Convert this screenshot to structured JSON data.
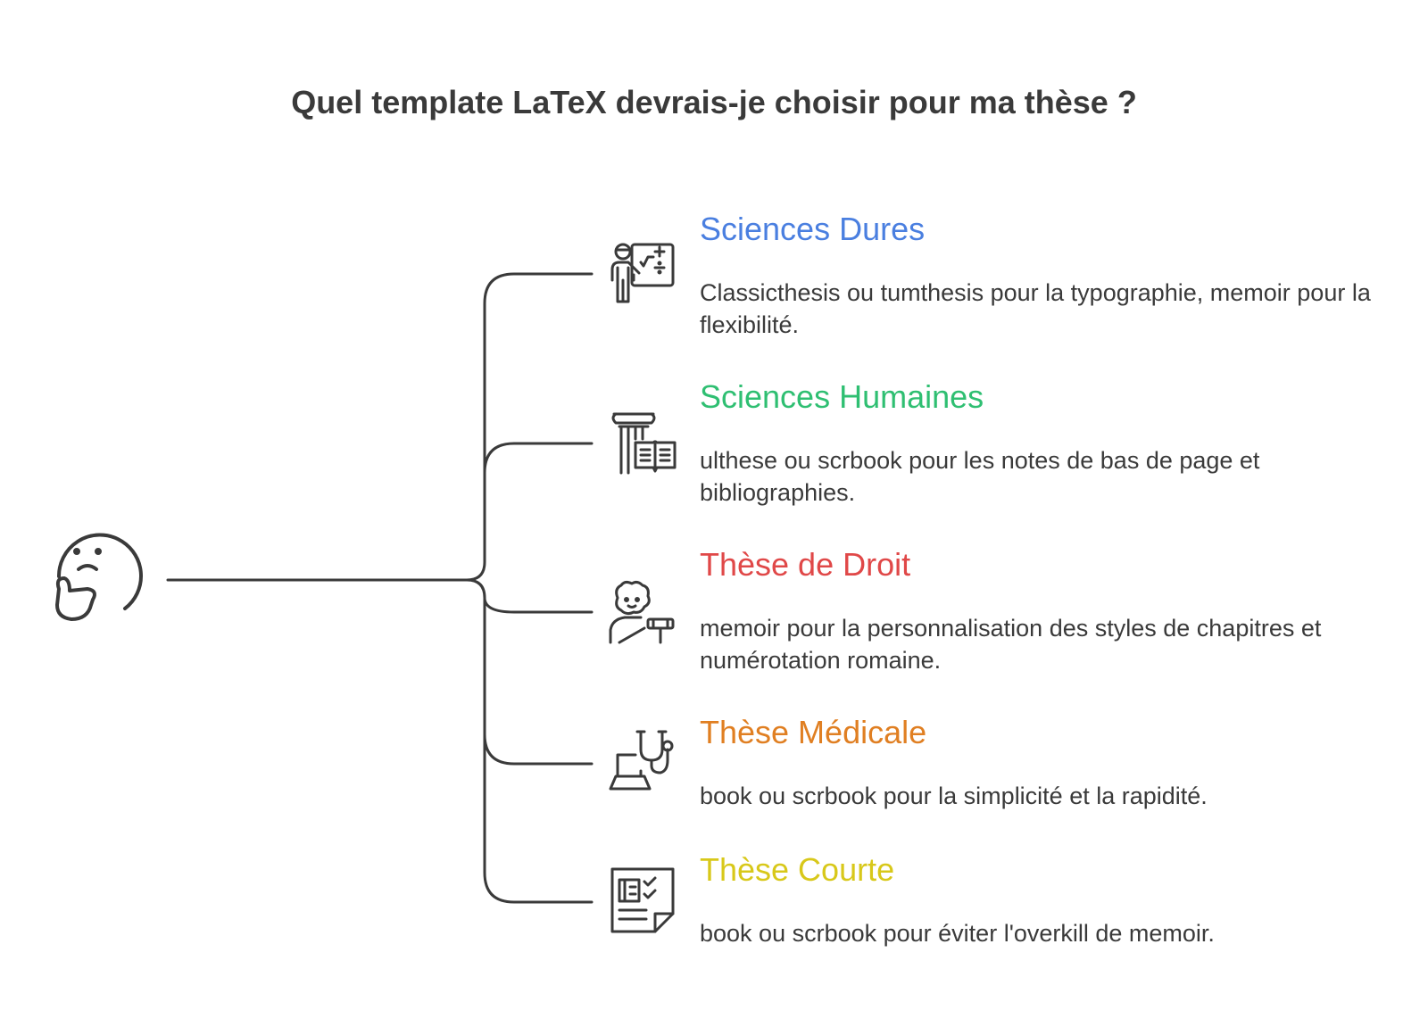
{
  "title": "Quel template LaTeX devrais-je choisir pour ma thèse ?",
  "root": {
    "icon": "thinking-face-icon"
  },
  "options": [
    {
      "title": "Sciences Dures",
      "color": "#4a7fe0",
      "icon": "teacher-math-board-icon",
      "description": "Classicthesis ou tumthesis pour la typographie, memoir pour la flexibilité."
    },
    {
      "title": "Sciences Humaines",
      "color": "#2fbf72",
      "icon": "column-book-icon",
      "description": "ulthese ou scrbook pour les notes de bas de page et bibliographies."
    },
    {
      "title": "Thèse de Droit",
      "color": "#e04848",
      "icon": "judge-gavel-icon",
      "description": "memoir pour la personnalisation des styles de chapitres et numérotation romaine."
    },
    {
      "title": "Thèse Médicale",
      "color": "#e07f22",
      "icon": "stethoscope-icon",
      "description": "book ou scrbook pour la simplicité et la rapidité."
    },
    {
      "title": "Thèse Courte",
      "color": "#d8c81a",
      "icon": "checklist-document-icon",
      "description": "book ou scrbook pour éviter l'overkill de memoir."
    }
  ]
}
